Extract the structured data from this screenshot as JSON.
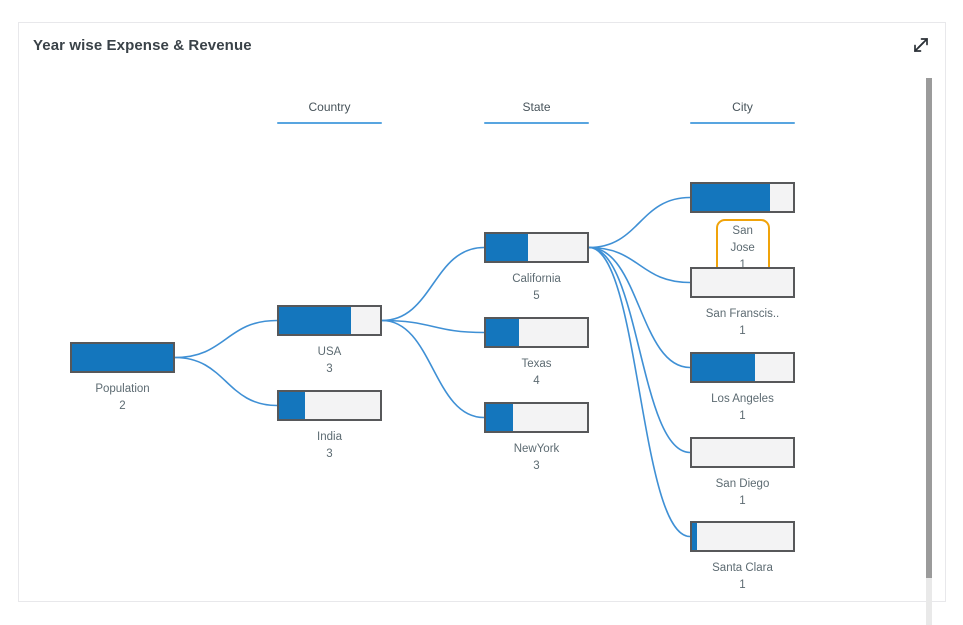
{
  "card": {
    "title": "Year wise Expense & Revenue"
  },
  "icons": {
    "expand": "diagonal-resize-arrows"
  },
  "chart_data": {
    "type": "tree",
    "title": "Year wise Expense & Revenue",
    "column_headers": [
      "Country",
      "State",
      "City"
    ],
    "nodes": [
      {
        "id": "population",
        "label": "Population",
        "value": 2,
        "level": 0,
        "fill_pct": 100,
        "parent": null,
        "selected": false
      },
      {
        "id": "usa",
        "label": "USA",
        "value": 3,
        "level": 1,
        "fill_pct": 71,
        "parent": "population",
        "selected": false
      },
      {
        "id": "india",
        "label": "India",
        "value": 3,
        "level": 1,
        "fill_pct": 26,
        "parent": "population",
        "selected": false
      },
      {
        "id": "california",
        "label": "California",
        "value": 5,
        "level": 2,
        "fill_pct": 42,
        "parent": "usa",
        "selected": false
      },
      {
        "id": "texas",
        "label": "Texas",
        "value": 4,
        "level": 2,
        "fill_pct": 33,
        "parent": "usa",
        "selected": false
      },
      {
        "id": "newyork",
        "label": "NewYork",
        "value": 3,
        "level": 2,
        "fill_pct": 27,
        "parent": "usa",
        "selected": false
      },
      {
        "id": "san-jose",
        "label": "San Jose",
        "value": 1,
        "level": 3,
        "fill_pct": 77,
        "parent": "california",
        "selected": true
      },
      {
        "id": "san-franscis",
        "label": "San Franscis..",
        "value": 1,
        "level": 3,
        "fill_pct": 0,
        "parent": "california",
        "selected": false
      },
      {
        "id": "los-angeles",
        "label": "Los Angeles",
        "value": 1,
        "level": 3,
        "fill_pct": 62,
        "parent": "california",
        "selected": false
      },
      {
        "id": "san-diego",
        "label": "San Diego",
        "value": 1,
        "level": 3,
        "fill_pct": 0,
        "parent": "california",
        "selected": false
      },
      {
        "id": "santa-clara",
        "label": "Santa Clara",
        "value": 1,
        "level": 3,
        "fill_pct": 5,
        "parent": "california",
        "selected": false
      }
    ],
    "colors": {
      "bar_fill": "#1476bd",
      "bar_bg": "#f3f3f4",
      "bar_border": "#57585a",
      "link": "#3f90d5",
      "selected_border": "#f0a30a",
      "header_underline": "#58a5e0"
    }
  }
}
